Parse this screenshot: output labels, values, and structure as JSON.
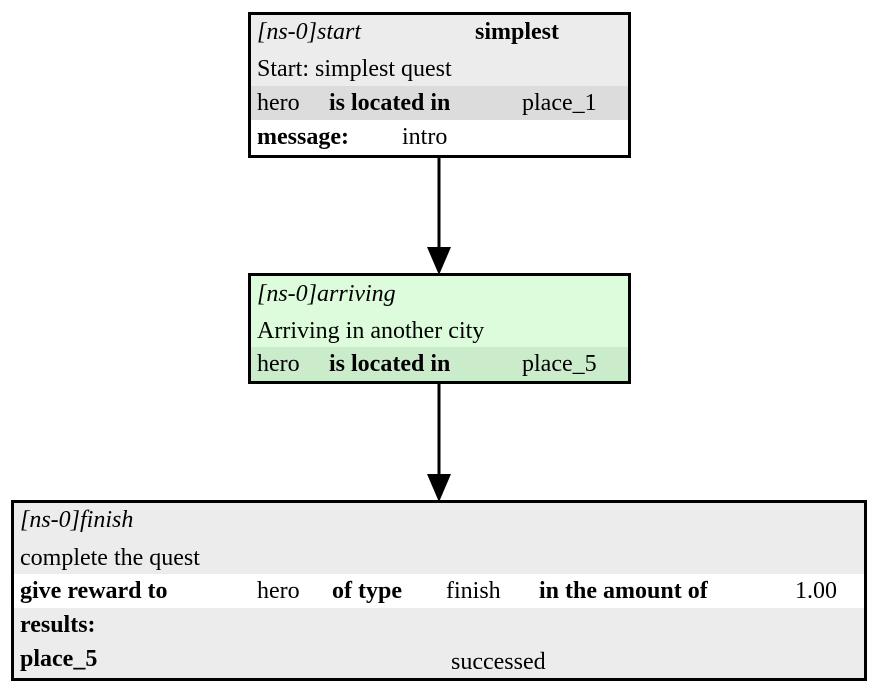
{
  "colors": {
    "start_bg": "#ececec",
    "start_band": "#dcdcdc",
    "arriving_bg": "#dcfcdc",
    "arriving_band": "#cbeccb",
    "finish_bg": "#ececec",
    "border": "#000000"
  },
  "nodes": {
    "start": {
      "id": "[ns-0]start",
      "quest": "simplest",
      "caption": "Start: simplest quest",
      "requirement": {
        "subject": "hero",
        "predicate": "is located in",
        "object": "place_1"
      },
      "message_label": "message:",
      "message_value": "intro"
    },
    "arriving": {
      "id": "[ns-0]arriving",
      "caption": "Arriving in another city",
      "requirement": {
        "subject": "hero",
        "predicate": "is located in",
        "object": "place_5"
      }
    },
    "finish": {
      "id": "[ns-0]finish",
      "caption": "complete the quest",
      "action": {
        "label": "give reward to",
        "target": "hero",
        "type_label": "of type",
        "type_value": "finish",
        "amount_label": "in the amount of",
        "amount_value": "1.00"
      },
      "results_label": "results:",
      "result": {
        "place": "place_5",
        "outcome": "successed"
      }
    }
  },
  "edges": [
    {
      "from": "start",
      "to": "arriving"
    },
    {
      "from": "arriving",
      "to": "finish"
    }
  ]
}
